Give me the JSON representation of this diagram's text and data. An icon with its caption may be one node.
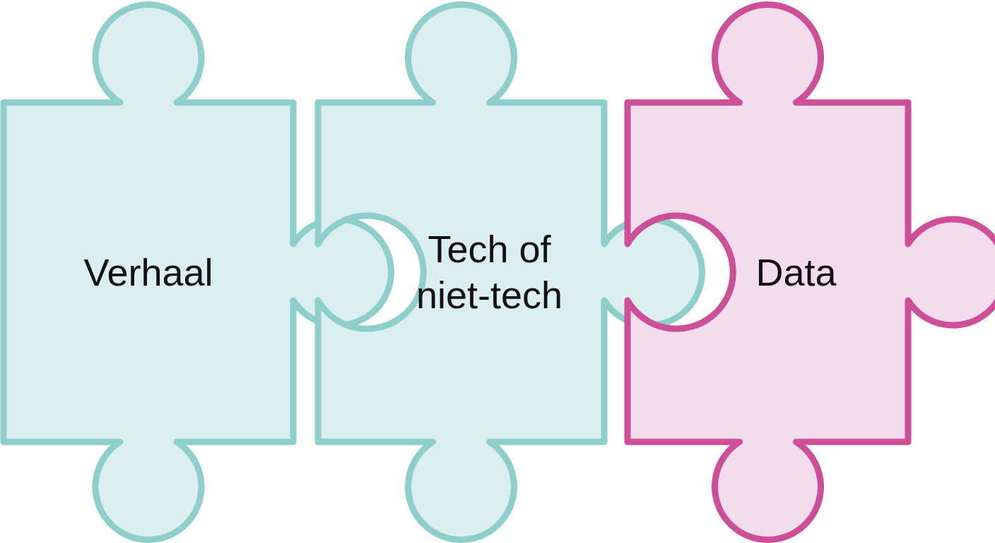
{
  "diagram": {
    "nodes": [
      {
        "text": [
          "Verhaal"
        ]
      },
      {
        "text": [
          "Tech of niet-tech"
        ]
      },
      {
        "text": [
          "Data"
        ]
      }
    ]
  }
}
